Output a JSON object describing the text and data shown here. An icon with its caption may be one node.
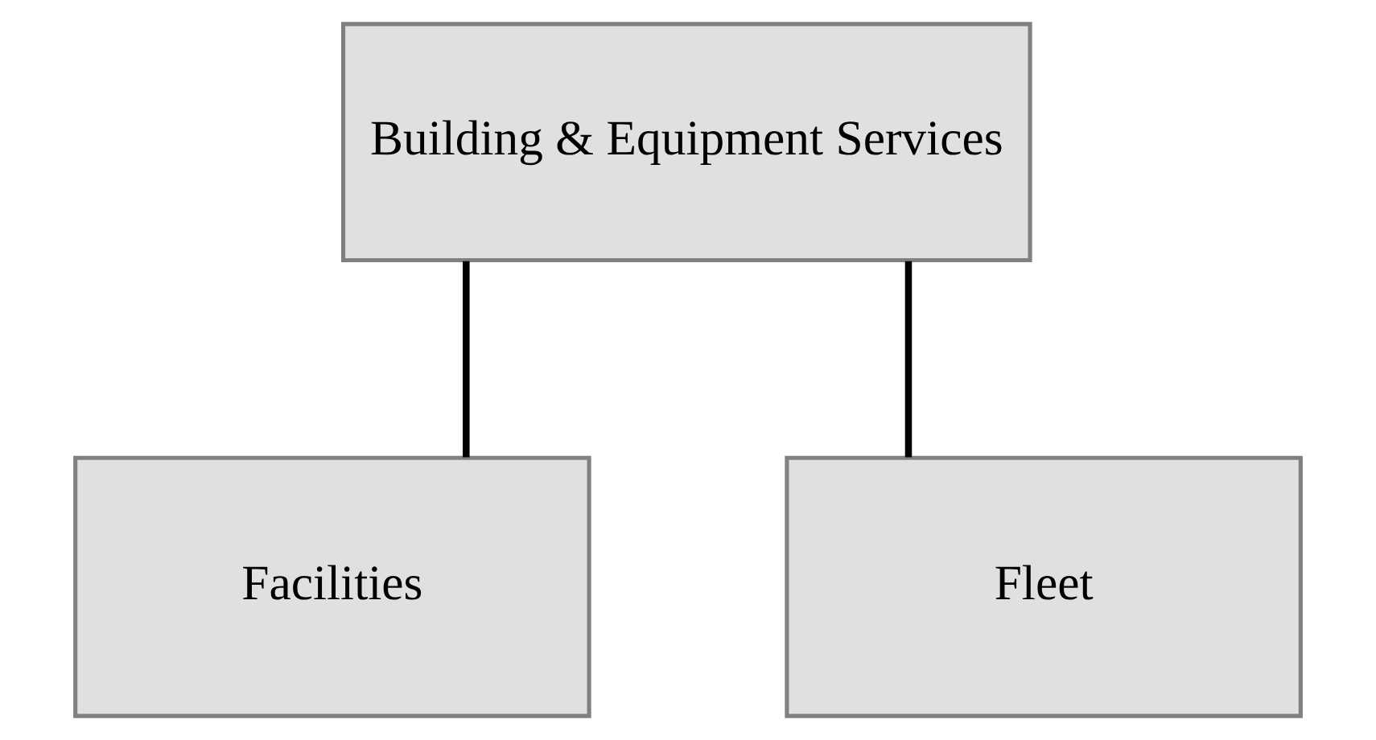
{
  "diagram": {
    "nodes": [
      {
        "text": [
          "Building & Equipment Services"
        ]
      },
      {
        "text": [
          "Facilities"
        ]
      },
      {
        "text": [
          "Fleet"
        ]
      }
    ],
    "edges": [
      {
        "from": 0,
        "to": 1,
        "arrow": "none"
      },
      {
        "from": 0,
        "to": 2,
        "arrow": "none"
      }
    ]
  }
}
